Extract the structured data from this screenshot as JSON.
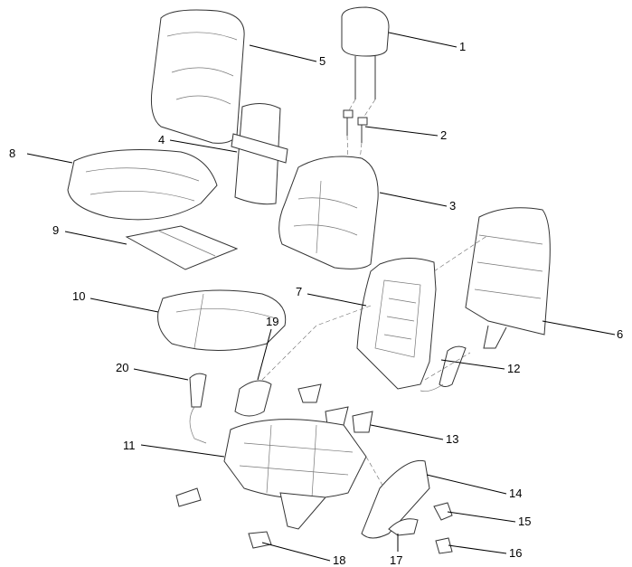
{
  "diagram": {
    "callouts": [
      {
        "id": "1",
        "text": "1"
      },
      {
        "id": "2",
        "text": "2"
      },
      {
        "id": "3",
        "text": "3"
      },
      {
        "id": "4",
        "text": "4"
      },
      {
        "id": "5",
        "text": "5"
      },
      {
        "id": "6",
        "text": "6"
      },
      {
        "id": "7",
        "text": "7"
      },
      {
        "id": "8",
        "text": "8"
      },
      {
        "id": "9",
        "text": "9"
      },
      {
        "id": "10",
        "text": "10"
      },
      {
        "id": "11",
        "text": "11"
      },
      {
        "id": "12",
        "text": "12"
      },
      {
        "id": "13",
        "text": "13"
      },
      {
        "id": "14",
        "text": "14"
      },
      {
        "id": "15",
        "text": "15"
      },
      {
        "id": "16",
        "text": "16"
      },
      {
        "id": "17",
        "text": "17"
      },
      {
        "id": "18",
        "text": "18"
      },
      {
        "id": "19",
        "text": "19"
      },
      {
        "id": "20",
        "text": "20"
      }
    ],
    "colors": {
      "line": "#333333",
      "background": "#ffffff"
    }
  }
}
